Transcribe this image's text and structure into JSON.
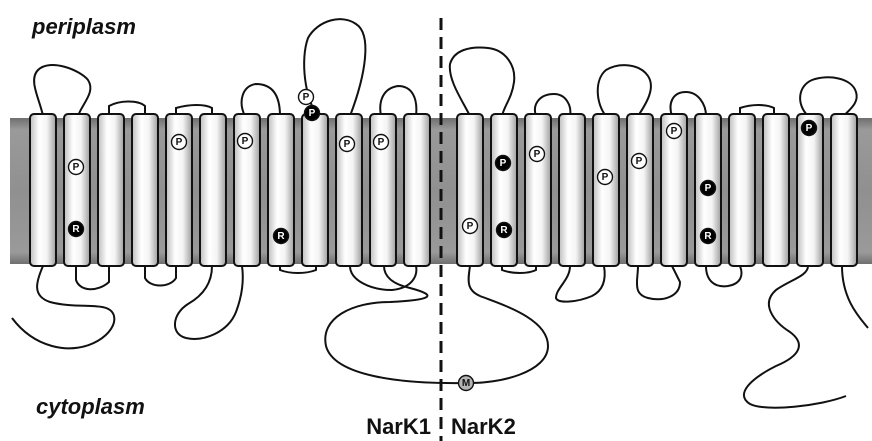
{
  "labels": {
    "periplasm": "periplasm",
    "cytoplasm": "cytoplasm",
    "nark1": "NarK1",
    "nark2": "NarK2"
  },
  "residue_letters": {
    "P": "P",
    "R": "R",
    "M": "M"
  },
  "colors": {
    "membrane": "#8c8c8c",
    "helix_fill": "#f2f2f2",
    "outline": "#111111",
    "filled_residue": "#000000",
    "open_residue": "#ffffff",
    "linker_residue": "#b5b5b5"
  },
  "proteins": [
    {
      "name": "NarK1",
      "helix_count": 12
    },
    {
      "name": "NarK2",
      "helix_count": 12
    }
  ],
  "residues": [
    {
      "type": "P",
      "style": "open"
    },
    {
      "type": "R",
      "style": "filled"
    },
    {
      "type": "P",
      "style": "open"
    },
    {
      "type": "P",
      "style": "open"
    },
    {
      "type": "R",
      "style": "filled"
    },
    {
      "type": "P",
      "style": "open"
    },
    {
      "type": "P",
      "style": "filled"
    },
    {
      "type": "P",
      "style": "open"
    },
    {
      "type": "P",
      "style": "open"
    },
    {
      "type": "P",
      "style": "open"
    },
    {
      "type": "P",
      "style": "filled"
    },
    {
      "type": "R",
      "style": "filled"
    },
    {
      "type": "P",
      "style": "open"
    },
    {
      "type": "P",
      "style": "open"
    },
    {
      "type": "P",
      "style": "open"
    },
    {
      "type": "P",
      "style": "open"
    },
    {
      "type": "P",
      "style": "filled"
    },
    {
      "type": "R",
      "style": "filled"
    },
    {
      "type": "P",
      "style": "filled"
    },
    {
      "type": "M",
      "style": "linker"
    }
  ]
}
